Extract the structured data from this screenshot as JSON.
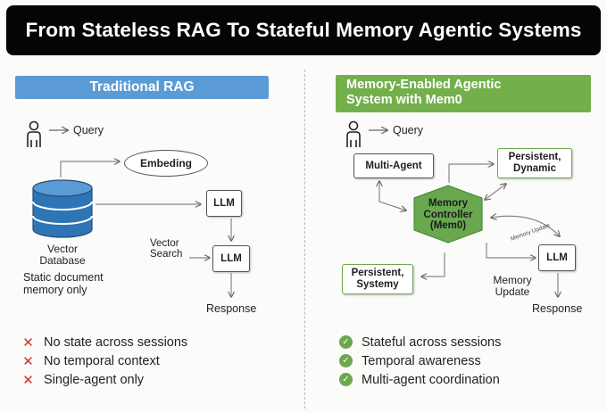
{
  "title": "From Stateless RAG To Stateful Memory Agentic Systems",
  "left": {
    "header": "Traditional RAG",
    "query": "Query",
    "embedding": "Embeding",
    "vector_db_line1": "Vector",
    "vector_db_line2": "Database",
    "static_line1": "Static document",
    "static_line2": "memory only",
    "vector_search_line1": "Vector",
    "vector_search_line2": "Search",
    "llm_top": "LLM",
    "llm_bottom": "LLM",
    "response": "Response",
    "list": [
      "No state across sessions",
      "No temporal context",
      "Single-agent only"
    ]
  },
  "right": {
    "header_line1": "Memory-Enabled Agentic",
    "header_line2": "System with Mem0",
    "query": "Query",
    "multi_agent": "Multi-Agent",
    "persistent_dynamic_line1": "Persistent,",
    "persistent_dynamic_line2": "Dynamic",
    "controller_line1": "Memory",
    "controller_line2": "Controller",
    "controller_line3": "(Mem0)",
    "memory_update_small": "Memory Update",
    "persistent_systemy_line1": "Persistent,",
    "persistent_systemy_line2": "Systemy",
    "llm": "LLM",
    "memory_update_line1": "Memory",
    "memory_update_line2": "Update",
    "response": "Response",
    "list": [
      "Stateful across sessions",
      "Temporal awareness",
      "Multi-agent coordination"
    ]
  },
  "colors": {
    "title_bg": "#050505",
    "left_header_bg": "#5b9bd5",
    "right_header_bg": "#73b04c",
    "database_blue": "#2e75b6",
    "hexagon_green": "#6aa84f",
    "x_red": "#d0312d",
    "check_green": "#6aa84f"
  }
}
